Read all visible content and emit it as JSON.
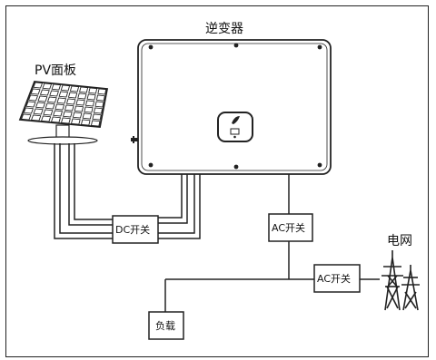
{
  "labels": {
    "inverter": "逆变器",
    "pv_panel": "PV面板",
    "grid": "电网",
    "dc_switch": "DC开关",
    "ac_switch_1": "AC开关",
    "ac_switch_2": "AC开关",
    "load": "负载"
  },
  "colors": {
    "line": "#222222",
    "panel_fill": "#ffffff"
  }
}
